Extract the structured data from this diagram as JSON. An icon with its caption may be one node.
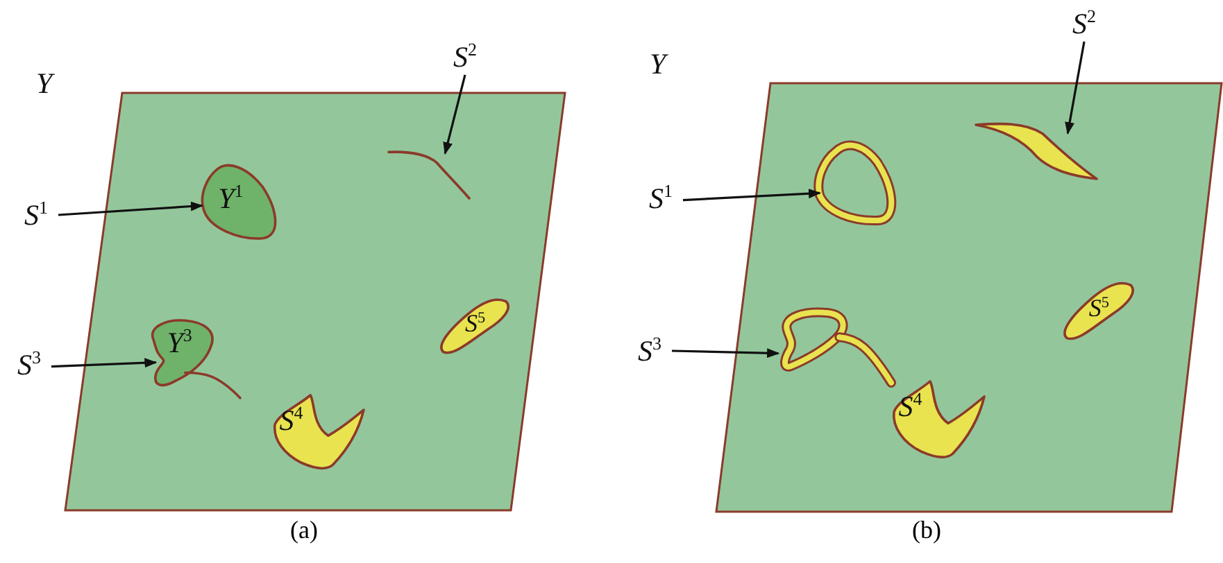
{
  "diagram": {
    "nodes": [
      {
        "text": [
          "Y"
        ],
        "beside": [
          "(a)"
        ]
      },
      {
        "text": [
          "S$^{1}$"
        ]
      },
      {
        "text": [
          "Y$^{1}$"
        ],
        "in": 0
      },
      {
        "text": [
          "S$^{2}$"
        ]
      },
      {
        "text": [],
        "shape": "curve",
        "in": 0
      },
      {
        "text": [
          "S$^{3}$"
        ]
      },
      {
        "text": [
          "Y$^{3}$"
        ],
        "in": 0
      },
      {
        "text": [
          "S$^{4}$"
        ],
        "in": 0
      },
      {
        "text": [
          "S$^{5}$"
        ],
        "in": 0
      },
      {
        "text": [
          "Y"
        ],
        "beside": [
          "(b)"
        ]
      },
      {
        "text": [
          "S$^{1}$"
        ]
      },
      {
        "text": [],
        "shape": "ring",
        "in": 9
      },
      {
        "text": [
          "S$^{2}$"
        ]
      },
      {
        "text": [],
        "shape": "band",
        "in": 9
      },
      {
        "text": [
          "S$^{3}$"
        ]
      },
      {
        "text": [],
        "shape": "ring",
        "in": 9
      },
      {
        "text": [
          "S$^{4}$"
        ],
        "in": 9
      },
      {
        "text": [
          "S$^{5}$"
        ],
        "in": 9
      }
    ],
    "edges": [
      {
        "from": 1,
        "to": 2,
        "arrow": "to"
      },
      {
        "from": 3,
        "to": 4,
        "arrow": "to"
      },
      {
        "from": 5,
        "to": 6,
        "arrow": "to"
      },
      {
        "from": 10,
        "to": 11,
        "arrow": "to"
      },
      {
        "from": 12,
        "to": 13,
        "arrow": "to"
      },
      {
        "from": 14,
        "to": 15,
        "arrow": "to"
      }
    ]
  }
}
